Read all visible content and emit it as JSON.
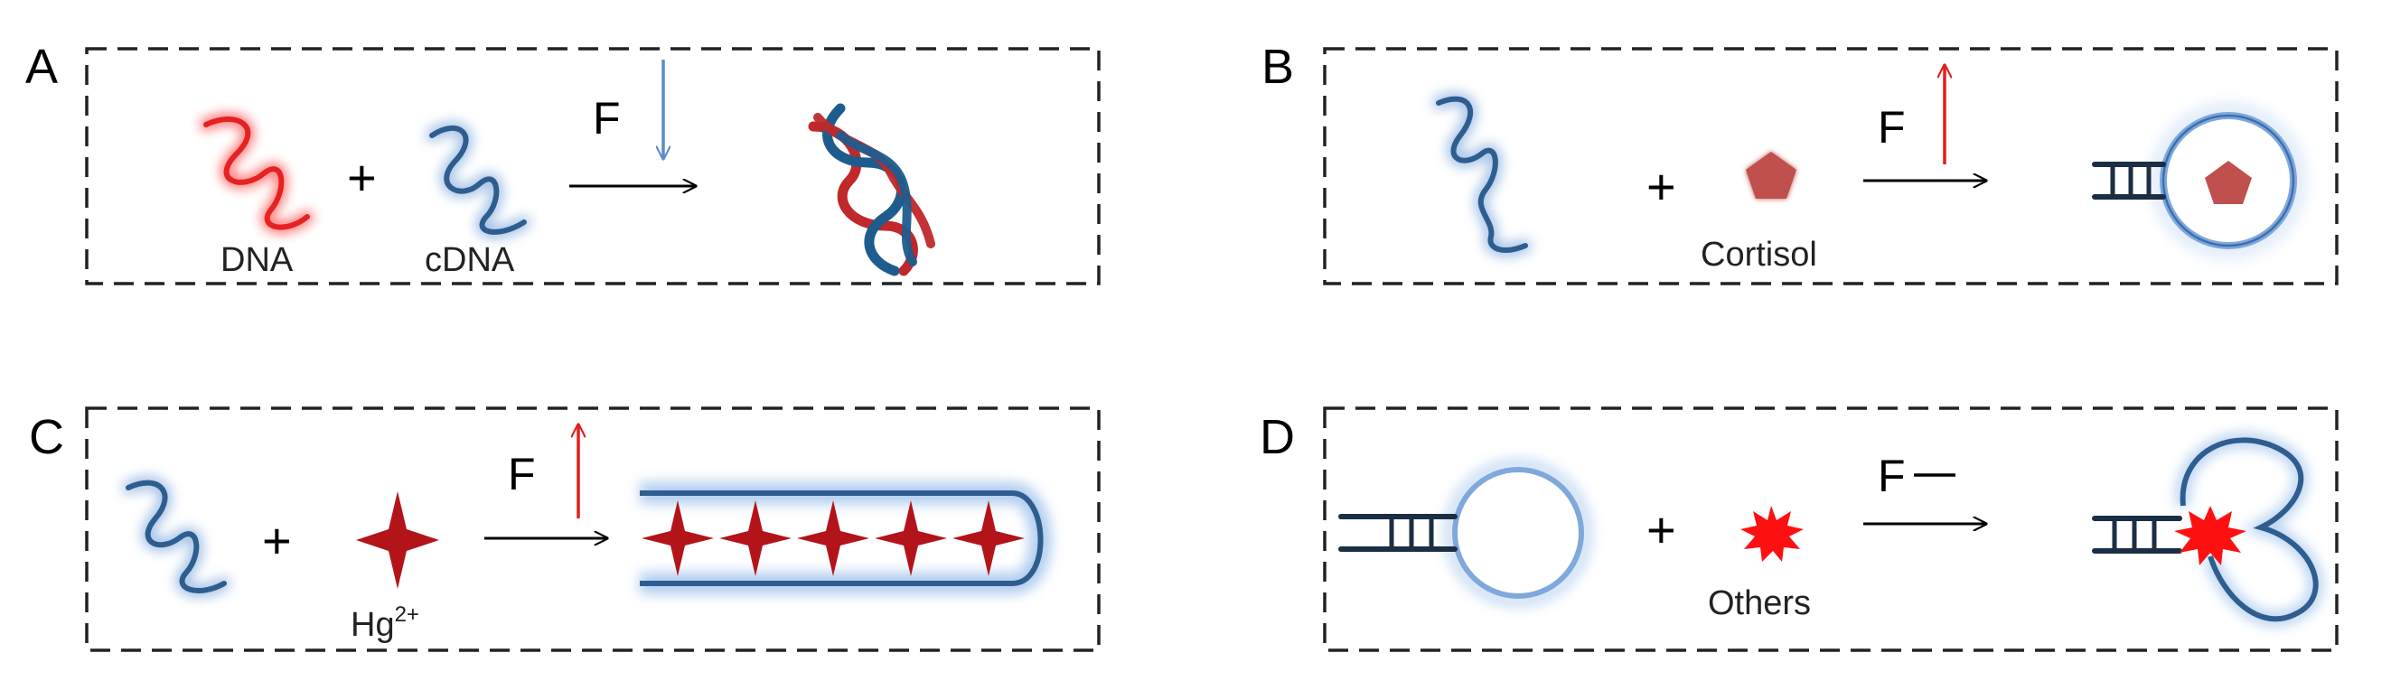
{
  "panels": {
    "a": {
      "letter": "A",
      "f_label": "F",
      "plus": "+",
      "labels": {
        "dna": "DNA",
        "cdna": "cDNA"
      },
      "signal": "decrease",
      "signal_color": "#5b8ccc"
    },
    "b": {
      "letter": "B",
      "f_label": "F",
      "plus": "+",
      "labels": {
        "target": "Cortisol"
      },
      "signal": "increase",
      "signal_color": "#e0201e"
    },
    "c": {
      "letter": "C",
      "f_label": "F",
      "plus": "+",
      "labels": {
        "target": "Hg",
        "target_sup": "2+"
      },
      "signal": "increase",
      "signal_color": "#e0201e"
    },
    "d": {
      "letter": "D",
      "f_label": "F",
      "plus": "+",
      "labels": {
        "target": "Others"
      },
      "signal": "no change",
      "signal_color": "#000000"
    }
  },
  "colors": {
    "dna_red": "#e52222",
    "aptamer_blue": "#2e5d8f",
    "glow_blue": "#8ab4e8",
    "cortisol": "#c0504d",
    "hg_star": "#b3141a",
    "others_star": "#ff1010"
  }
}
